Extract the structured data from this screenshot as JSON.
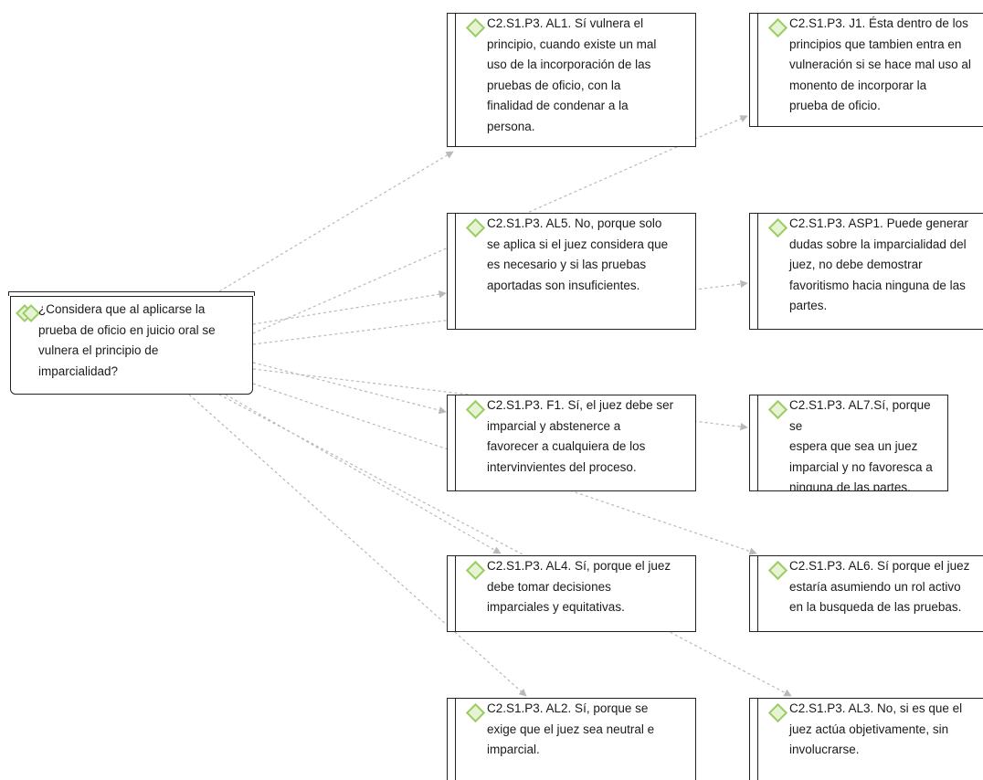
{
  "root": {
    "text": "¿Considera que al aplicarse la\nprueba de oficio en juicio oral se\nvulnera el principio de\nimparcialidad?"
  },
  "nodes": {
    "al1": {
      "text": "C2.S1.P3. AL1. Sí vulnera el\nprincipio, cuando existe un mal\nuso de la incorporación de las\npruebas de oficio, con la\nfinalidad de condenar a la\npersona."
    },
    "j1": {
      "text": "C2.S1.P3. J1. Ésta dentro de los\nprincipios que tambien entra en\nvulneración si se hace mal uso al\nmonento de incorporar la\nprueba de oficio."
    },
    "al5": {
      "text": "C2.S1.P3. AL5. No, porque solo\nse aplica si el juez considera que\nes necesario y si las pruebas\naportadas son insuficientes."
    },
    "asp1": {
      "text": "C2.S1.P3. ASP1. Puede generar\ndudas sobre la imparcialidad del\njuez, no debe demostrar\nfavoritismo hacia ninguna de las\npartes."
    },
    "f1": {
      "text": "C2.S1.P3. F1. Sí, el juez debe ser\nimparcial y abstenerce a\nfavorecer a cualquiera de  los\nintervinvientes del proceso."
    },
    "al7": {
      "text": "C2.S1.P3. AL7.Sí, porque se\nespera que sea un juez\nimparcial y no favoresca a\nninguna de las partes."
    },
    "al4": {
      "text": "C2.S1.P3. AL4. Sí, porque el juez\ndebe tomar decisiones\nimparciales y equitativas."
    },
    "al6": {
      "text": "C2.S1.P3. AL6. Sí porque el juez\nestaría asumiendo un rol activo\nen la busqueda de las pruebas."
    },
    "al2": {
      "text": "C2.S1.P3. AL2. Sí, porque se\nexige que el juez sea neutral e\nimparcial."
    },
    "al3": {
      "text": "C2.S1.P3. AL3. No, si es que el\njuez actúa objetivamente, sin\ninvolucrarse."
    }
  },
  "colors": {
    "diamond_border": "#9ccc65",
    "diamond_fill": "#e6f4d4",
    "edge": "#b9b9b9",
    "node_border": "#222222"
  },
  "icons": {
    "node_marker": "green-diamond-icon",
    "root_marker": "double-green-diamond-icon"
  }
}
